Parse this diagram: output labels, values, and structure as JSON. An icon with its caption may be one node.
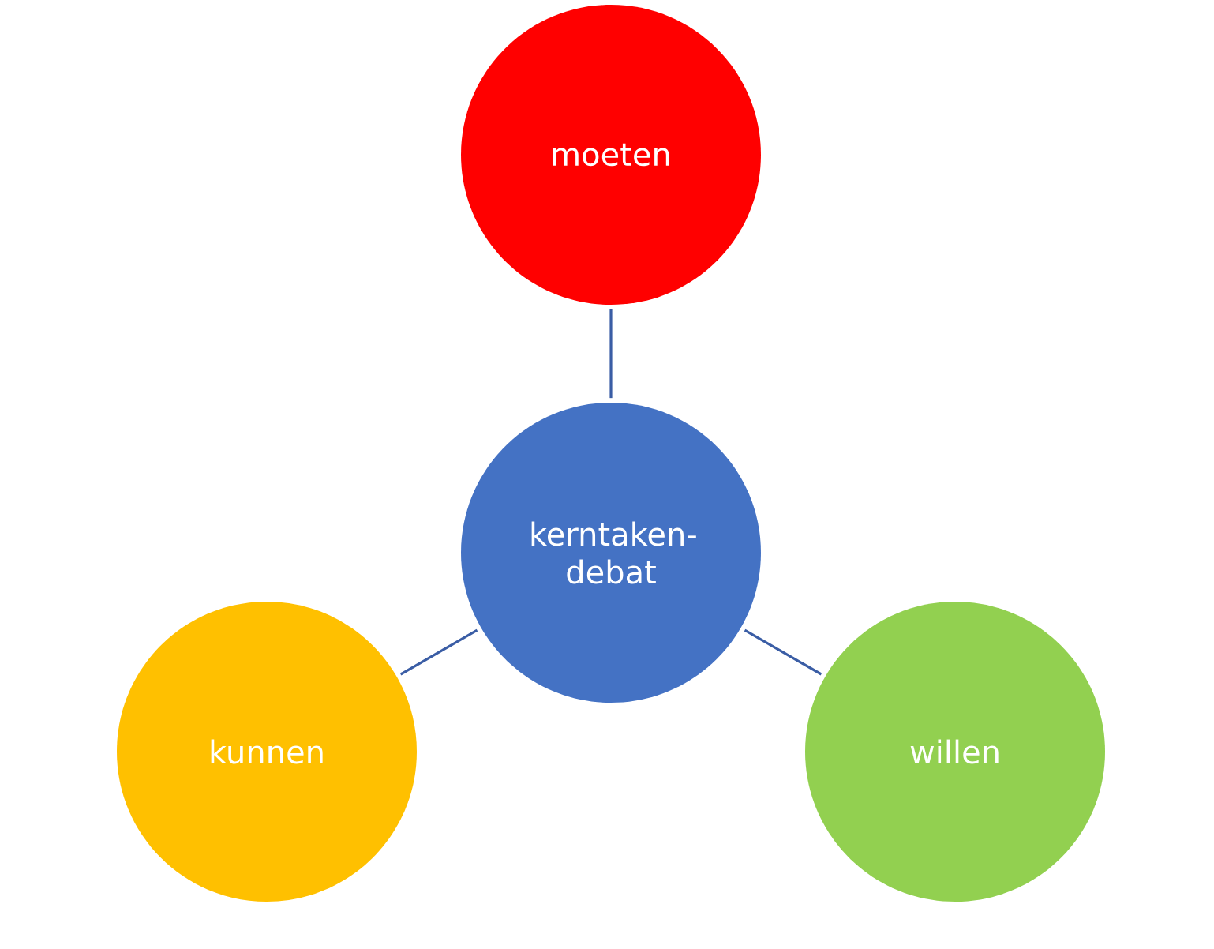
{
  "diagram": {
    "nodes": [
      {
        "text": [
          "moeten"
        ]
      },
      {
        "text": [
          "kerntaken-debat"
        ]
      },
      {
        "text": [
          "kunnen"
        ]
      },
      {
        "text": [
          "willen"
        ]
      }
    ],
    "edges": [
      {
        "from": 0,
        "to": 1,
        "arrow": "none"
      },
      {
        "from": 1,
        "to": 2,
        "arrow": "none"
      },
      {
        "from": 1,
        "to": 3,
        "arrow": "none"
      }
    ]
  }
}
